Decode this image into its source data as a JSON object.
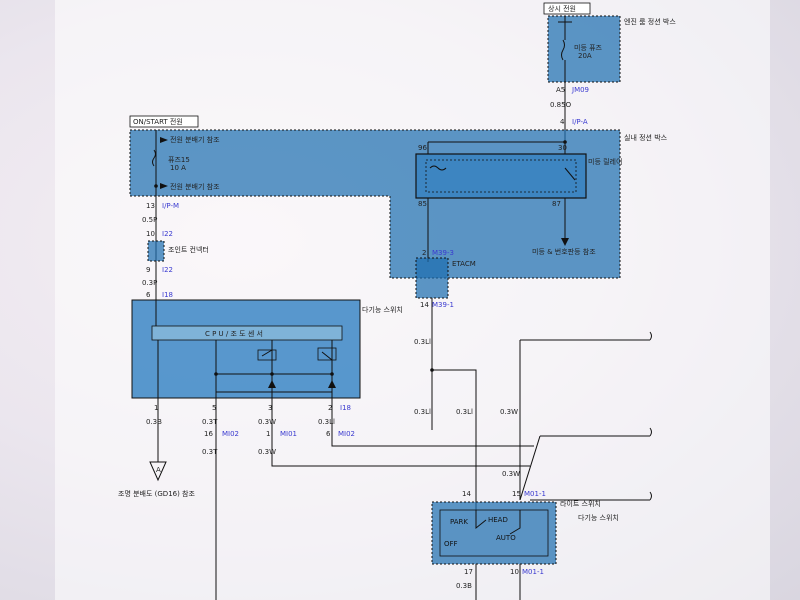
{
  "labels": {
    "hot_always": "상시 전원",
    "hot_on_start": "ON/START 전원",
    "fuse_box_engine": "엔진 룸 정션 박스",
    "fuse_defog": "미등 퓨즈",
    "fuse_defog_amp": "20A",
    "conn_a5": "A5",
    "conn_jm09": "JM09",
    "wire_085o": "0.85O",
    "pin_4": "4",
    "conn_ipa": "I/P-A",
    "panel_junction": "실내 정션 박스",
    "inpanel_top": "전원 분배기 참조",
    "fuse_15": "퓨즈15",
    "fuse_15_amp": "10 A",
    "inpanel_bottom": "전원 분배기 참조",
    "relay_label": "미등 릴레이",
    "pin_96": "96",
    "pin_30": "30",
    "pin_85": "85",
    "pin_87": "87",
    "lamp_ref": "미등 & 번호판등 참조",
    "pin_13": "13",
    "conn_ipm": "I/P-M",
    "wire_05p": "0.5P",
    "pin_10": "10",
    "conn_i22a": "I22",
    "joint_conn": "조인트 컨넥터",
    "pin_9": "9",
    "conn_i22b": "I22",
    "wire_03p": "0.3P",
    "pin_6": "6",
    "conn_i18": "I18",
    "module_label": "다기능 스위치",
    "cpu_label": "C P U / 조 도 센 서",
    "pin_2": "2",
    "conn_m39_3": "M39-3",
    "etacm": "ETACM",
    "pin_14a": "14",
    "conn_m39_1": "M39-1",
    "wire_03li_a": "0.3Ll",
    "mod_pin_1": "1",
    "mod_pin_5": "5",
    "mod_pin_3": "3",
    "mod_pin_2": "2",
    "conn_i18b": "I18",
    "wire_03b_a": "0.3B",
    "wire_03t_a": "0.3T",
    "wire_03w_a": "0.3W",
    "wire_03li_b": "0.3Ll",
    "wire_03li_c": "0.3Ll",
    "wire_03li_d": "0.3Ll",
    "wire_03w_b": "0.3W",
    "pin_16": "16",
    "conn_mi02a": "MI02",
    "pin_1b": "1",
    "conn_mi01a": "MI01",
    "pin_6b": "6",
    "conn_mi02b": "MI02",
    "wire_03t_b": "0.3T",
    "wire_03w_c": "0.3W",
    "wire_03w_d": "0.3W",
    "ground_ref": "조명 분배도 (GD16) 참조",
    "ground_a": "A",
    "pin_14b": "14",
    "pin_15": "15",
    "conn_m01": "M01-1",
    "light_switch": "라이트 스위치",
    "switch_side": "다기능 스위치",
    "park": "PARK",
    "head": "HEAD",
    "off": "OFF",
    "auto": "AUTO",
    "pin_17": "17",
    "pin_10b": "10",
    "conn_m01b": "M01-1",
    "wire_03b_b": "0.3B"
  }
}
